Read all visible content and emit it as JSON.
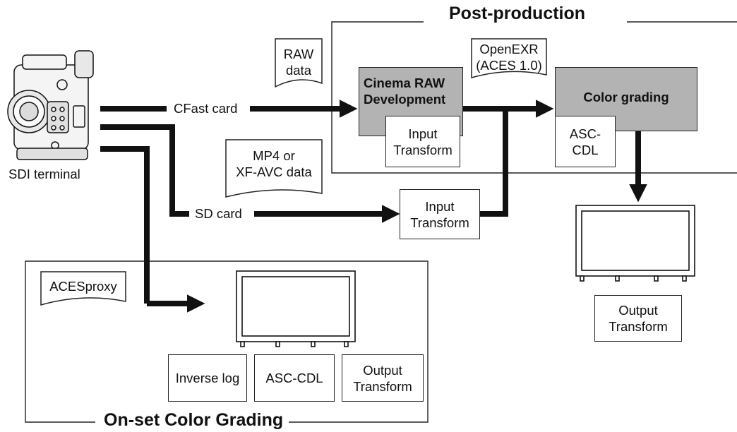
{
  "sections": {
    "post_production": "Post-production",
    "on_set": "On-set Color Grading"
  },
  "camera": {
    "output_label": "SDI terminal"
  },
  "routes": {
    "cfast": "CFast card",
    "sd": "SD card"
  },
  "documents": {
    "raw": "RAW\ndata",
    "openexr": "OpenEXR\n(ACES 1.0)",
    "mp4": "MP4 or\nXF-AVC data",
    "acesproxy": "ACESproxy"
  },
  "boxes": {
    "cinema_raw": "Cinema RAW\nDevelopment",
    "input_transform_raw": "Input\nTransform",
    "color_grading": "Color grading",
    "asc_cdl_post": "ASC-\nCDL",
    "input_transform_sd": "Input\nTransform",
    "output_transform_post": "Output\nTransform",
    "inverse_log": "Inverse log",
    "asc_cdl_onset": "ASC-CDL",
    "output_transform_onset": "Output\nTransform"
  }
}
